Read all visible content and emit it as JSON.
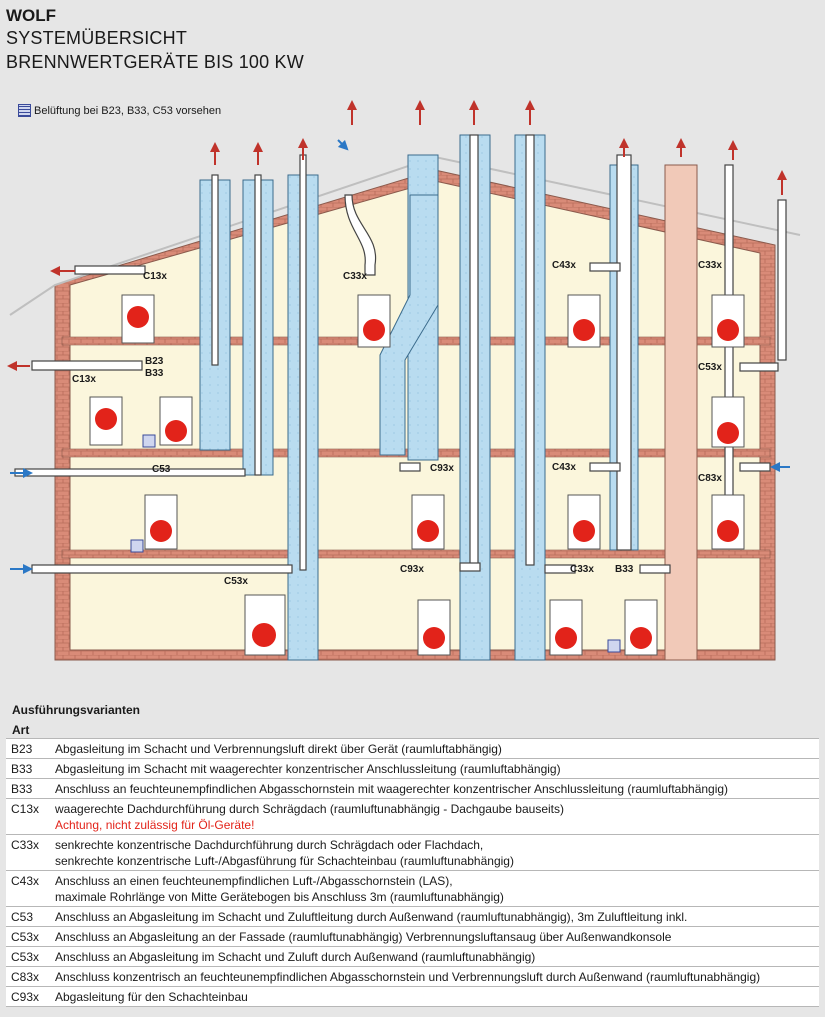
{
  "header": {
    "brand": "WOLF",
    "line1": "SYSTEMÜBERSICHT",
    "line2": "BRENNWERTGERÄTE BIS 100 KW"
  },
  "vent_note": "Belüftung bei B23, B33, C53 vorsehen",
  "diagram_labels": {
    "c13x_roof": "C13x",
    "c13x_wall": "C13x",
    "b23": "B23",
    "b33": "B33",
    "c53": "C53",
    "c53x": "C53x",
    "c33x_left": "C33x",
    "c93x_mid": "C93x",
    "c93x_low": "C93x",
    "c43x_top": "C43x",
    "c43x_mid": "C43x",
    "c33x_low": "C33x",
    "b33_right": "B33",
    "c33x_right": "C33x",
    "c53x_right": "C53x",
    "c83x_right": "C83x"
  },
  "colors": {
    "wall": "#d98b78",
    "room": "#fbf6dc",
    "shaft": "#b9dcf0",
    "chimney": "#f1c9b8",
    "boiler_red": "#e2231a",
    "arrow_red": "#c0332b",
    "arrow_blue": "#2b78c6"
  },
  "table": {
    "section_title": "Ausführungsvarianten",
    "col_header": "Art",
    "rows": [
      {
        "code": "B23",
        "desc": "Abgasleitung im Schacht und Verbrennungsluft direkt über Gerät (raumluftabhängig)"
      },
      {
        "code": "B33",
        "desc": "Abgasleitung im Schacht mit waagerechter konzentrischer Anschlussleitung (raumluftabhängig)"
      },
      {
        "code": "B33",
        "desc": "Anschluss an feuchteunempfindlichen Abgasschornstein mit waagerechter konzentrischer Anschlussleitung (raumluftabhängig)"
      },
      {
        "code": "C13x",
        "desc": "waagerechte Dachdurchführung durch Schrägdach (raumluftunabhängig - Dachgaube bauseits)",
        "warn": "Achtung, nicht zulässig für Öl-Geräte!"
      },
      {
        "code": "C33x",
        "desc": "senkrechte konzentrische Dachdurchführung durch Schrägdach oder Flachdach,",
        "line2": "senkrechte konzentrische Luft-/Abgasführung für Schachteinbau (raumluftunabhängig)"
      },
      {
        "code": "C43x",
        "desc": "Anschluss an einen feuchteunempfindlichen Luft-/Abgasschornstein (LAS),",
        "line2": "maximale Rohrlänge von Mitte Gerätebogen bis Anschluss 3m (raumluftunabhängig)"
      },
      {
        "code": "C53",
        "desc": "Anschluss an Abgasleitung im Schacht und Zuluftleitung durch Außenwand (raumluftunabhängig), 3m Zuluftleitung inkl."
      },
      {
        "code": "C53x",
        "desc": "Anschluss an Abgasleitung an der Fassade (raumluftunabhängig) Verbrennungsluftansaug über Außenwandkonsole"
      },
      {
        "code": "C53x",
        "desc": "Anschluss an Abgasleitung im Schacht und Zuluft durch Außenwand (raumluftunabhängig)"
      },
      {
        "code": "C83x",
        "desc": "Anschluss konzentrisch an feuchteunempfindlichen Abgasschornstein und Verbrennungsluft durch Außenwand (raumluftunabhängig)"
      },
      {
        "code": "C93x",
        "desc": "Abgasleitung für den Schachteinbau"
      }
    ]
  }
}
